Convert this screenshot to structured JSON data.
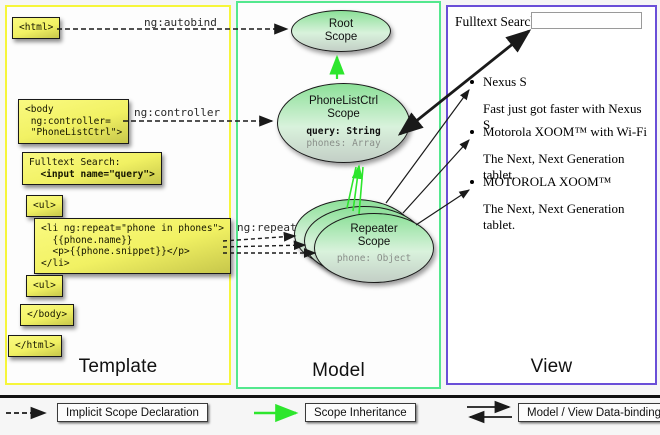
{
  "columns": {
    "template_label": "Template",
    "model_label": "Model",
    "view_label": "View"
  },
  "template_code": {
    "html_open": "<html>",
    "body_open": "<body\n ng:controller=\n \"PhoneListCtrl\">",
    "fulltext_line1": "Fulltext Search:",
    "fulltext_line2": "  <input name=\"query\">",
    "ul_open": "<ul>",
    "li_repeat": "<li ng:repeat=\"phone in phones\">\n  {{phone.name}}\n  <p>{{phone.snippet}}</p>\n</li>",
    "ul_close": "<ul>",
    "body_close": "</body>",
    "html_close": "</html>"
  },
  "edge_labels": {
    "autobind": "ng:autobind",
    "controller": "ng:controller",
    "repeat": "ng:repeat"
  },
  "model_nodes": {
    "root_scope": {
      "title": "Root\nScope"
    },
    "phonelist_scope": {
      "title": "PhoneListCtrl\nScope",
      "prop_query": "query: String",
      "prop_phones": "phones: Array"
    },
    "repeater_scope": {
      "title": "Repeater\nScope",
      "prop_phone": "phone: Object"
    }
  },
  "view_panel": {
    "search_label": "Fulltext Search:",
    "search_value": "",
    "items": [
      {
        "title": "Nexus S",
        "desc": "Fast just got faster with Nexus S."
      },
      {
        "title": "Motorola XOOM™ with Wi-Fi",
        "desc": "The Next, Next Generation tablet."
      },
      {
        "title": "MOTOROLA XOOM™",
        "desc": "The Next, Next Generation tablet."
      }
    ]
  },
  "legend": {
    "implicit": "Implicit Scope Declaration",
    "inheritance": "Scope Inheritance",
    "databinding": "Model / View Data-binding"
  },
  "colors": {
    "template_border": "#f6f63a",
    "model_border": "#54e88e",
    "view_border": "#6a4fd8",
    "inheritance_green": "#2de62d",
    "arrow_black": "#1a1a1a"
  }
}
